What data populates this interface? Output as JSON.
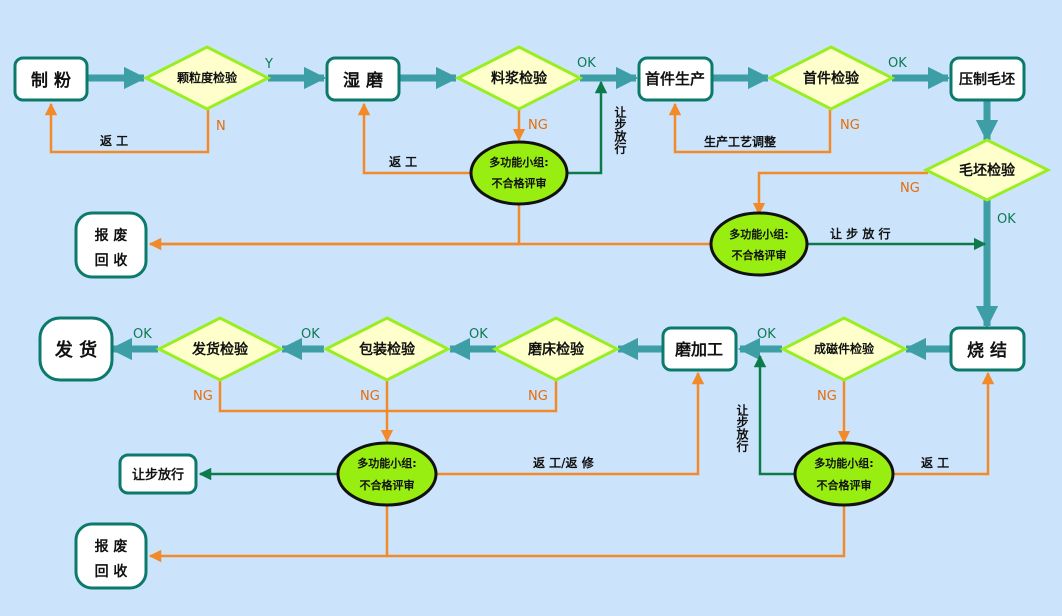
{
  "colors": {
    "background": "#cce4fb",
    "box_fill": "#ffffff",
    "box_border": "#0c7a6a",
    "diamond_fill": "#ffffcc",
    "diamond_border": "#99ee22",
    "ellipse_fill": "#99ee11",
    "teal_arrow": "#3d9ea6",
    "orange_line": "#f28a2a",
    "green_line": "#0c7a4a"
  },
  "boxes": {
    "milling": "制 粉",
    "wet_grinding": "湿 磨",
    "first_piece_production": "首件生产",
    "press_blank": "压制毛坯",
    "sintering": "烧 结",
    "grinding_machining": "磨加工",
    "shipping": "发 货",
    "scrap_recycle_top_1": "报 废",
    "scrap_recycle_top_2": "回 收",
    "scrap_recycle_bottom_1": "报 废",
    "scrap_recycle_bottom_2": "回 收",
    "concession_release_box": "让步放行"
  },
  "diamonds": {
    "granularity_inspection": "颗粒度检验",
    "slurry_inspection": "料浆检验",
    "first_piece_inspection": "首件检验",
    "blank_inspection": "毛坯检验",
    "magnet_inspection": "成磁件检验",
    "grinder_inspection": "磨床检验",
    "packaging_inspection": "包装检验",
    "shipping_inspection": "发货检验"
  },
  "review_ellipses": {
    "line1": "多功能小组:",
    "line2": "不合格评审"
  },
  "labels": {
    "yes": "Y",
    "no": "N",
    "ok": "OK",
    "ng": "NG",
    "rework_1": "返 工",
    "rework_2": "返 工",
    "rework_3": "返 工",
    "process_adjust": "生产工艺调整",
    "concession_vertical_1": "让步放行",
    "concession_vertical_2": "让步放行",
    "concession_horizontal": "让 步 放 行",
    "rework_repair": "返 工/返 修"
  }
}
